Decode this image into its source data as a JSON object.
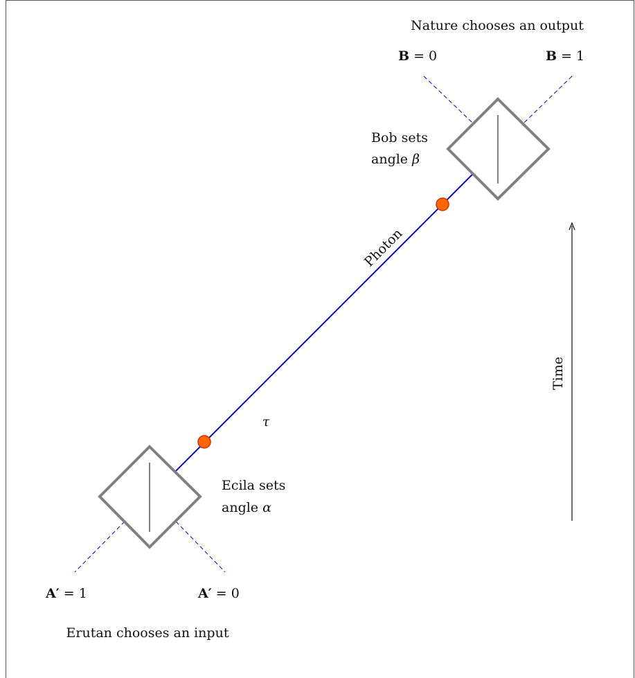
{
  "top_caption": "Nature chooses an output",
  "bottom_caption": "Erutan chooses an input",
  "bob": {
    "line1": "Bob sets",
    "line2_prefix": "angle ",
    "angle_symbol": "β"
  },
  "ecila": {
    "line1": "Ecila sets",
    "line2_prefix": "angle ",
    "angle_symbol": "α"
  },
  "outputs": {
    "b0_var": "B",
    "b0_value": " = 0",
    "b1_var": "B",
    "b1_value": " = 1"
  },
  "inputs": {
    "a1_var": "A′",
    "a1_value": " = 1",
    "a0_var": "A′",
    "a0_value": " = 0"
  },
  "photon_label": "Photon",
  "tau_label": "τ",
  "time_label": "Time",
  "colors": {
    "photon_line": "#0000cc",
    "dashed_lines": "#0000cc",
    "boxes": "#808080",
    "dot_fill": "#ff6600",
    "dot_stroke": "#cc3300"
  }
}
